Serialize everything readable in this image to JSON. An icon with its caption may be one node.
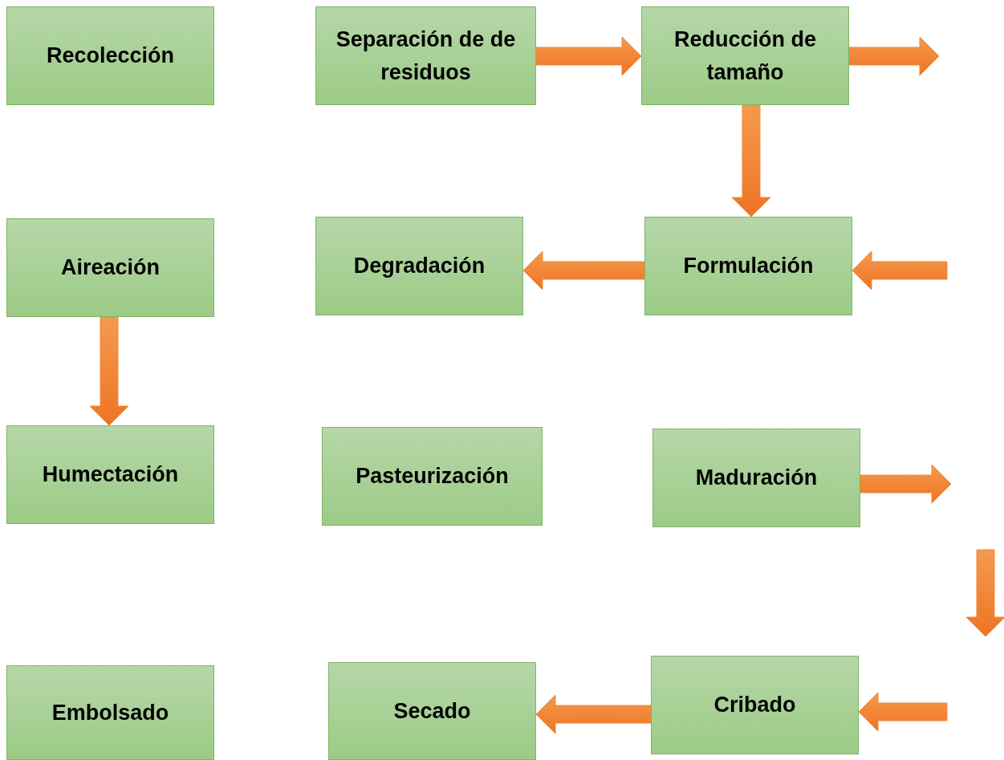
{
  "diagram": {
    "nodes": [
      {
        "text": [
          "Recolección"
        ]
      },
      {
        "text": [
          "Separación de de residuos"
        ]
      },
      {
        "text": [
          "Reducción de tamaño"
        ]
      },
      {
        "text": [
          "Aireación"
        ]
      },
      {
        "text": [
          "Degradación"
        ]
      },
      {
        "text": [
          "Formulación"
        ]
      },
      {
        "text": [
          "Humectación"
        ]
      },
      {
        "text": [
          "Pasteurización"
        ]
      },
      {
        "text": [
          "Maduración"
        ]
      },
      {
        "text": [
          "Embolsado"
        ]
      },
      {
        "text": [
          "Secado"
        ]
      },
      {
        "text": [
          "Cribado"
        ]
      }
    ],
    "edges": [
      {
        "from": 1,
        "to": 2,
        "arrow": "to"
      },
      {
        "from": 2,
        "to": null,
        "arrow": "to"
      },
      {
        "from": 2,
        "to": 5,
        "arrow": "to"
      },
      {
        "from": null,
        "to": 5,
        "arrow": "to"
      },
      {
        "from": 5,
        "to": 4,
        "arrow": "to"
      },
      {
        "from": 3,
        "to": 6,
        "arrow": "to"
      },
      {
        "from": 8,
        "to": null,
        "arrow": "to"
      },
      {
        "from": null,
        "to": 11,
        "arrow": "to"
      },
      {
        "from": 11,
        "to": 10,
        "arrow": "to"
      }
    ]
  }
}
